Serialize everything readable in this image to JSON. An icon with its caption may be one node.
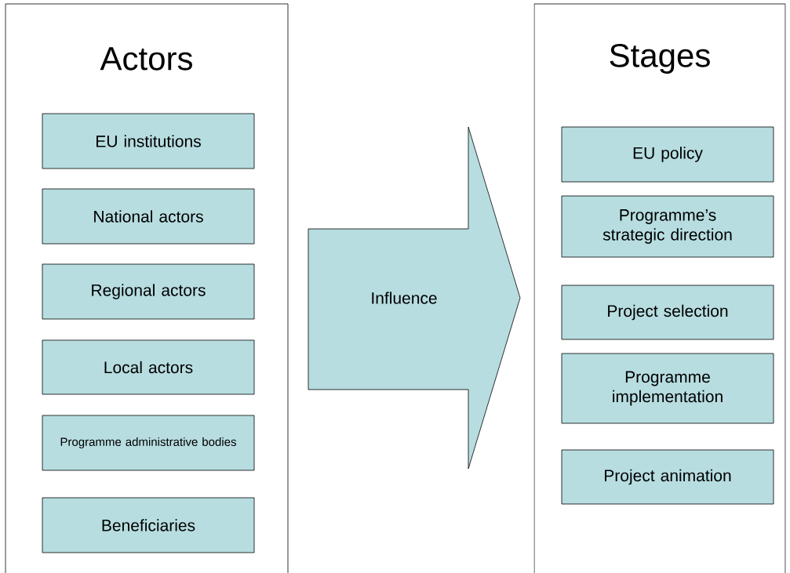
{
  "diagram": {
    "nodes": [
      {
        "text": [
          "Actors"
        ]
      },
      {
        "text": [
          "EU institutions"
        ],
        "in": 0
      },
      {
        "text": [
          "National actors"
        ],
        "in": 0
      },
      {
        "text": [
          "Regional actors"
        ],
        "in": 0
      },
      {
        "text": [
          "Local actors"
        ],
        "in": 0
      },
      {
        "text": [
          "Programme administrative bodies"
        ],
        "in": 0
      },
      {
        "text": [
          "Beneficiaries"
        ],
        "in": 0
      },
      {
        "text": [
          "Influence"
        ]
      },
      {
        "text": [
          "Stages"
        ]
      },
      {
        "text": [
          "EU policy"
        ],
        "in": 8
      },
      {
        "text": [
          "Programme’s strategic direction"
        ],
        "in": 8
      },
      {
        "text": [
          "Project selection"
        ],
        "in": 8
      },
      {
        "text": [
          "Programme implementation"
        ],
        "in": 8
      },
      {
        "text": [
          "Project animation"
        ],
        "in": 8
      }
    ],
    "edges": []
  }
}
